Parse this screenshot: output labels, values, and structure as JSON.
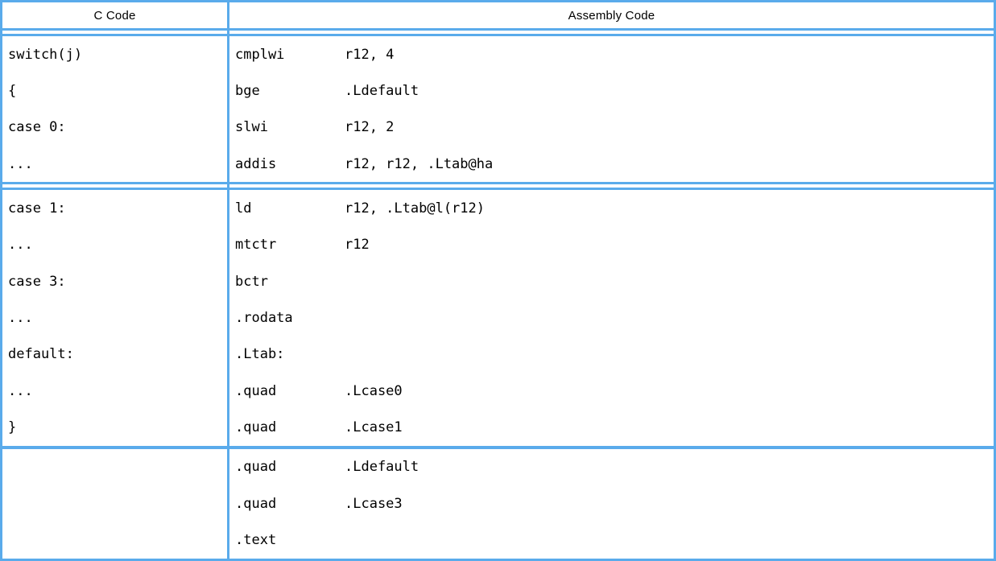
{
  "table": {
    "border_color": "#5aabeb",
    "text_color": "#000000",
    "header": {
      "c_code": "C Code",
      "assembly": "Assembly Code"
    },
    "sections": [
      {
        "c_lines": [
          "switch(j)",
          "{",
          "case 0:",
          "..."
        ],
        "asm_lines": [
          {
            "mnemonic": "cmplwi",
            "operands": "r12, 4"
          },
          {
            "mnemonic": "bge",
            "operands": ".Ldefault"
          },
          {
            "mnemonic": "slwi",
            "operands": "r12, 2"
          },
          {
            "mnemonic": "addis",
            "operands": "r12, r12, .Ltab@ha"
          }
        ]
      },
      {
        "c_lines": [
          "case 1:",
          "...",
          "case 3:",
          "...",
          "default:",
          "...",
          "}"
        ],
        "asm_lines": [
          {
            "mnemonic": "ld",
            "operands": "r12, .Ltab@l(r12)"
          },
          {
            "mnemonic": "mtctr",
            "operands": "r12"
          },
          {
            "mnemonic": "bctr",
            "operands": ""
          },
          {
            "mnemonic": ".rodata",
            "operands": ""
          },
          {
            "mnemonic": ".Ltab:",
            "operands": ""
          },
          {
            "mnemonic": ".quad",
            "operands": ".Lcase0"
          },
          {
            "mnemonic": ".quad",
            "operands": ".Lcase1"
          }
        ]
      },
      {
        "c_lines": [
          "",
          "",
          ""
        ],
        "asm_lines": [
          {
            "mnemonic": ".quad",
            "operands": ".Ldefault"
          },
          {
            "mnemonic": ".quad",
            "operands": ".Lcase3"
          },
          {
            "mnemonic": ".text",
            "operands": ""
          }
        ]
      }
    ]
  }
}
